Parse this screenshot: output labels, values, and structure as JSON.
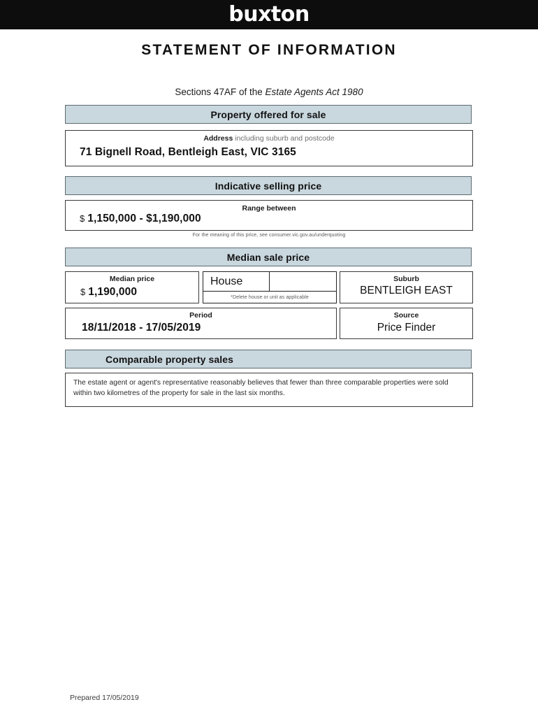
{
  "brand": {
    "logo_text": "buxton"
  },
  "document": {
    "title": "STATEMENT OF INFORMATION",
    "subtitle_prefix": "Sections 47AF of the ",
    "subtitle_act": "Estate Agents Act 1980"
  },
  "property": {
    "band_label": "Property offered for sale",
    "address_caption_bold": "Address",
    "address_caption_light": " including suburb and postcode",
    "address_value": "71 Bignell Road, Bentleigh East, VIC 3165"
  },
  "indicative_price": {
    "band_label": "Indicative selling price",
    "range_caption": "Range between",
    "currency_symbol": "$",
    "range_value": "1,150,000 - $1,190,000",
    "underquoting_note": "For the meaning of this price, see consumer.vic.gov.au/underquoting"
  },
  "median_sale_price": {
    "band_label": "Median sale price",
    "median_price_caption": "Median price",
    "currency_symbol": "$",
    "median_price_value": "1,190,000",
    "property_type_value": "House",
    "property_type_note": "*Delete house or unit as applicable",
    "suburb_caption": "Suburb",
    "suburb_value": "BENTLEIGH EAST",
    "period_caption": "Period",
    "period_value": "18/11/2018 - 17/05/2019",
    "source_caption": "Source",
    "source_value": "Price Finder"
  },
  "comparable_sales": {
    "band_label": "Comparable property sales",
    "statement": "The estate agent or agent's representative reasonably believes that fewer than three comparable properties were sold within two kilometres of the property for sale in the last six months."
  },
  "footer": {
    "prepared_text": "Prepared 17/05/2019"
  },
  "colors": {
    "brand_bar": "#0d0d0d",
    "band_fill": "#c9d7de",
    "band_border": "#5d6a70",
    "box_border": "#3a3a3a"
  }
}
